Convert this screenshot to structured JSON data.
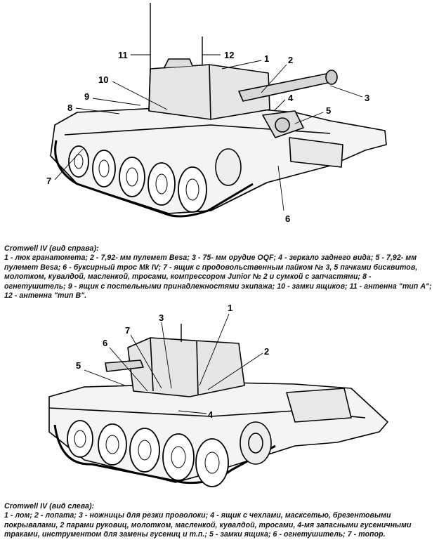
{
  "figure_right": {
    "callouts": [
      "11",
      "12",
      "1",
      "2",
      "3",
      "4",
      "5",
      "6",
      "7",
      "8",
      "9",
      "10"
    ],
    "caption_title": "Cromwell IV (вид справа):",
    "caption_text": "1 - люк гранатомета; 2 - 7,92- мм пулемет Besa; 3 - 75- мм орудие OQF; 4 - зеркало заднего вида; 5 - 7,92- мм пулемет Besa; 6 - буксирный трос Mk IV; 7 - ящик с продовольственным пайком № 3, 5 пачками бисквитов, молотком, кувалдой, масленкой, тросами, компрессором Junior № 2 и сумкой с запчастями; 8 - огнетушитель; 9 - ящик с постельными принадлежностями экипажа; 10 - замки ящиков; 11 - антенна \"тип А\"; 12 - антенна \"тип В\"."
  },
  "figure_left": {
    "callouts": [
      "1",
      "2",
      "3",
      "4",
      "5",
      "6",
      "7"
    ],
    "caption_title": "Cromwell IV (вид слева):",
    "caption_text": "1 - лом; 2 - лопата; 3 - ножницы для резки проволоки; 4 - ящик с чехлами, масксетью, брезентовыми покрывалами, 2 парами руковиц, молотком, масленкой, кувалдой, тросами, 4-мя запасными гусеничными траками, инструментом для замены гусениц и т.п.; 5 - замки ящика; 6 - огнетушитель; 7 - топор."
  }
}
